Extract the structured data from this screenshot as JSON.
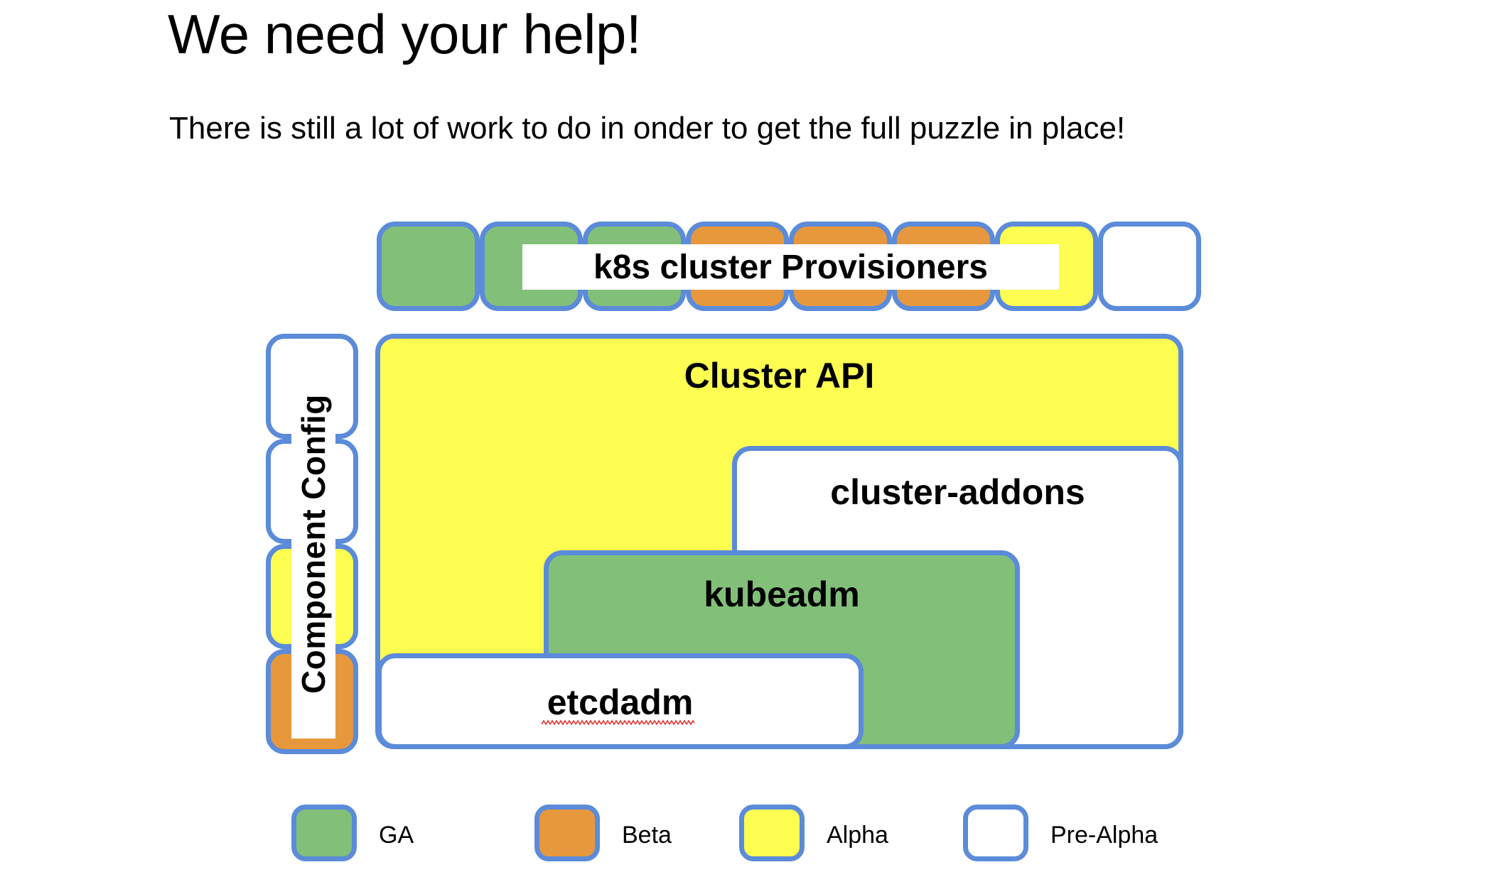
{
  "slide": {
    "title": "We need your help!",
    "subtitle": "There is still a lot of work to do in onder to get the full puzzle in place!"
  },
  "diagram": {
    "provisioners_row": {
      "label": "k8s cluster Provisioners",
      "blocks": [
        {
          "maturity": "GA"
        },
        {
          "maturity": "GA"
        },
        {
          "maturity": "GA"
        },
        {
          "maturity": "Beta"
        },
        {
          "maturity": "Beta"
        },
        {
          "maturity": "Beta"
        },
        {
          "maturity": "Alpha"
        },
        {
          "maturity": "Pre-Alpha"
        }
      ]
    },
    "component_config_column": {
      "label": "Component Config",
      "blocks": [
        {
          "maturity": "Pre-Alpha"
        },
        {
          "maturity": "Pre-Alpha"
        },
        {
          "maturity": "Alpha"
        },
        {
          "maturity": "Beta"
        }
      ]
    },
    "nested_boxes": [
      {
        "label": "Cluster API",
        "maturity": "Alpha"
      },
      {
        "label": "cluster-addons",
        "maturity": "Pre-Alpha"
      },
      {
        "label": "kubeadm",
        "maturity": "GA"
      },
      {
        "label": "etcdadm",
        "maturity": "Pre-Alpha",
        "spellcheck_flagged": true
      }
    ]
  },
  "legend": {
    "items": [
      {
        "label": "GA",
        "color": "#82c07a"
      },
      {
        "label": "Beta",
        "color": "#e8983c"
      },
      {
        "label": "Alpha",
        "color": "#fdfd52"
      },
      {
        "label": "Pre-Alpha",
        "color": "#ffffff"
      }
    ]
  },
  "colors": {
    "border": "#5b8bd9",
    "ga": "#82c07a",
    "beta": "#e8983c",
    "alpha": "#fdfd52",
    "pre_alpha": "#ffffff",
    "text": "#000000",
    "spellcheck_underline": "#e03030"
  }
}
